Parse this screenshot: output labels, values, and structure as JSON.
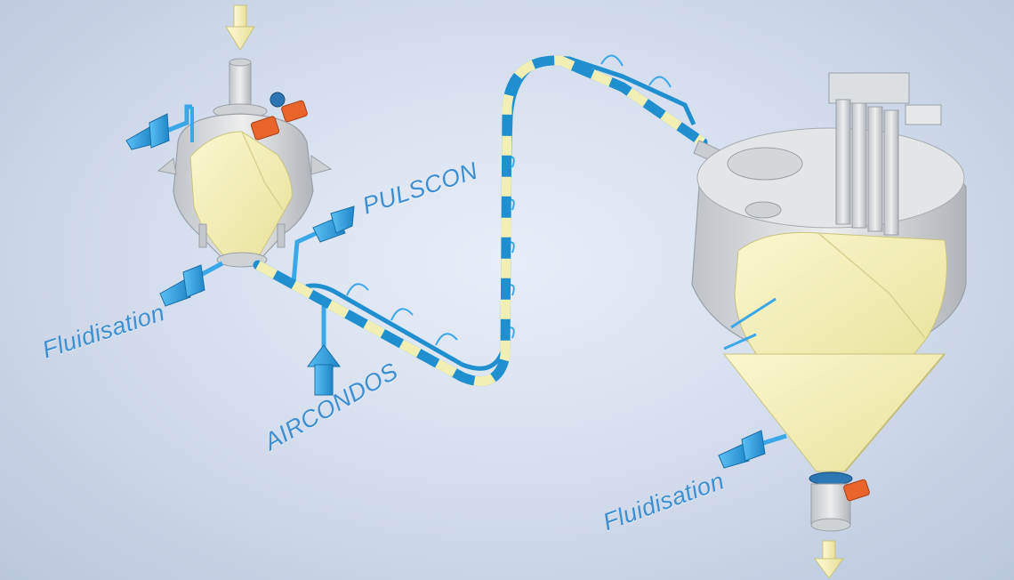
{
  "labels": {
    "fluidisation_left": "Fluidisation",
    "pulscon": "PULSCON",
    "aircondos": "AIRCONDOS",
    "fluidisation_right": "Fluidisation"
  },
  "colors": {
    "pipe_blue": "#1f8fd0",
    "air_blue": "#3aa7e8",
    "product_yellow": "#f2efb4",
    "vessel_grey": "#dcdcdc",
    "actuator_orange": "#e8642a",
    "inflow_arrow": "#f3efb0",
    "label_blue": "#3e8fd2"
  },
  "icons": [
    "inflow-arrow-icon",
    "outflow-arrow-icon",
    "air-inlet-arrow-icon"
  ]
}
